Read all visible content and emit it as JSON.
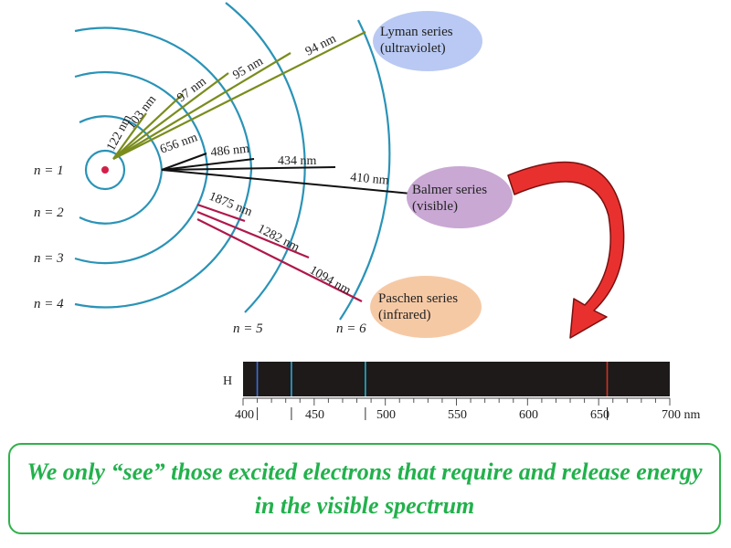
{
  "orbits": {
    "n1": "n = 1",
    "n2": "n = 2",
    "n3": "n = 3",
    "n4": "n = 4",
    "n5": "n = 5",
    "n6": "n = 6"
  },
  "lyman": {
    "title": "Lyman series",
    "subtitle": "(ultraviolet)",
    "color": "#b9c9f3",
    "line_color": "#7a8c1c",
    "lines": [
      "122 nm",
      "103 nm",
      "97 nm",
      "95 nm",
      "94 nm"
    ]
  },
  "balmer": {
    "title": "Balmer series",
    "subtitle": "(visible)",
    "color": "#c9a8d4",
    "line_color": "#111111",
    "lines": [
      "656 nm",
      "486 nm",
      "434 nm",
      "410 nm"
    ]
  },
  "paschen": {
    "title": "Paschen series",
    "subtitle": "(infrared)",
    "color": "#f6c9a5",
    "line_color": "#b0184a",
    "lines": [
      "1875 nm",
      "1282 nm",
      "1094 nm"
    ]
  },
  "spectrum": {
    "element_label": "H",
    "unit": "nm",
    "ticks": [
      "400",
      "450",
      "500",
      "550",
      "600",
      "650",
      "700 nm"
    ],
    "range": [
      400,
      700
    ],
    "emission_lines": [
      {
        "wavelength": 410,
        "color": "#3a6fd8"
      },
      {
        "wavelength": 434,
        "color": "#29a6d6"
      },
      {
        "wavelength": 486,
        "color": "#1fb0c8"
      },
      {
        "wavelength": 656,
        "color": "#d2321e"
      }
    ]
  },
  "arrow_color": "#e8312f",
  "caption": "We only “see” those excited electrons that require and release energy in the visible spectrum"
}
